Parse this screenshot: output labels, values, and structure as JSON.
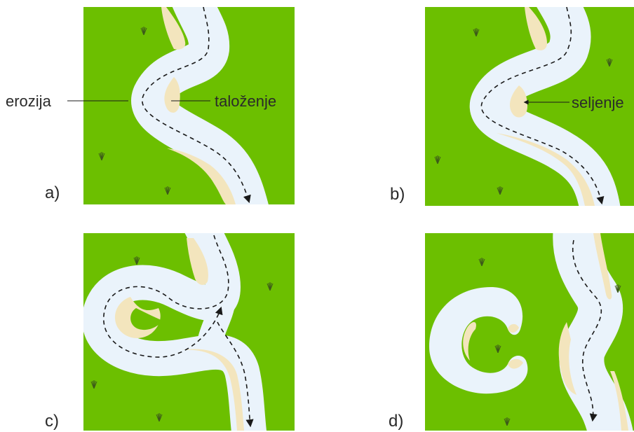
{
  "colors": {
    "grass": "#6cbf00",
    "water": "#eaf3fb",
    "sand": "#f3e5bd",
    "line": "#1a1a1a",
    "tuft": "#3d5a1a"
  },
  "panels": [
    {
      "id": "a",
      "label": "a)"
    },
    {
      "id": "b",
      "label": "b)"
    },
    {
      "id": "c",
      "label": "c)"
    },
    {
      "id": "d",
      "label": "d)"
    }
  ],
  "annotations": {
    "erosion": "erozija",
    "deposition": "taloženje",
    "migration": "seljenje"
  },
  "icons": [
    "grass-tuft-icon",
    "flow-arrow-icon"
  ]
}
